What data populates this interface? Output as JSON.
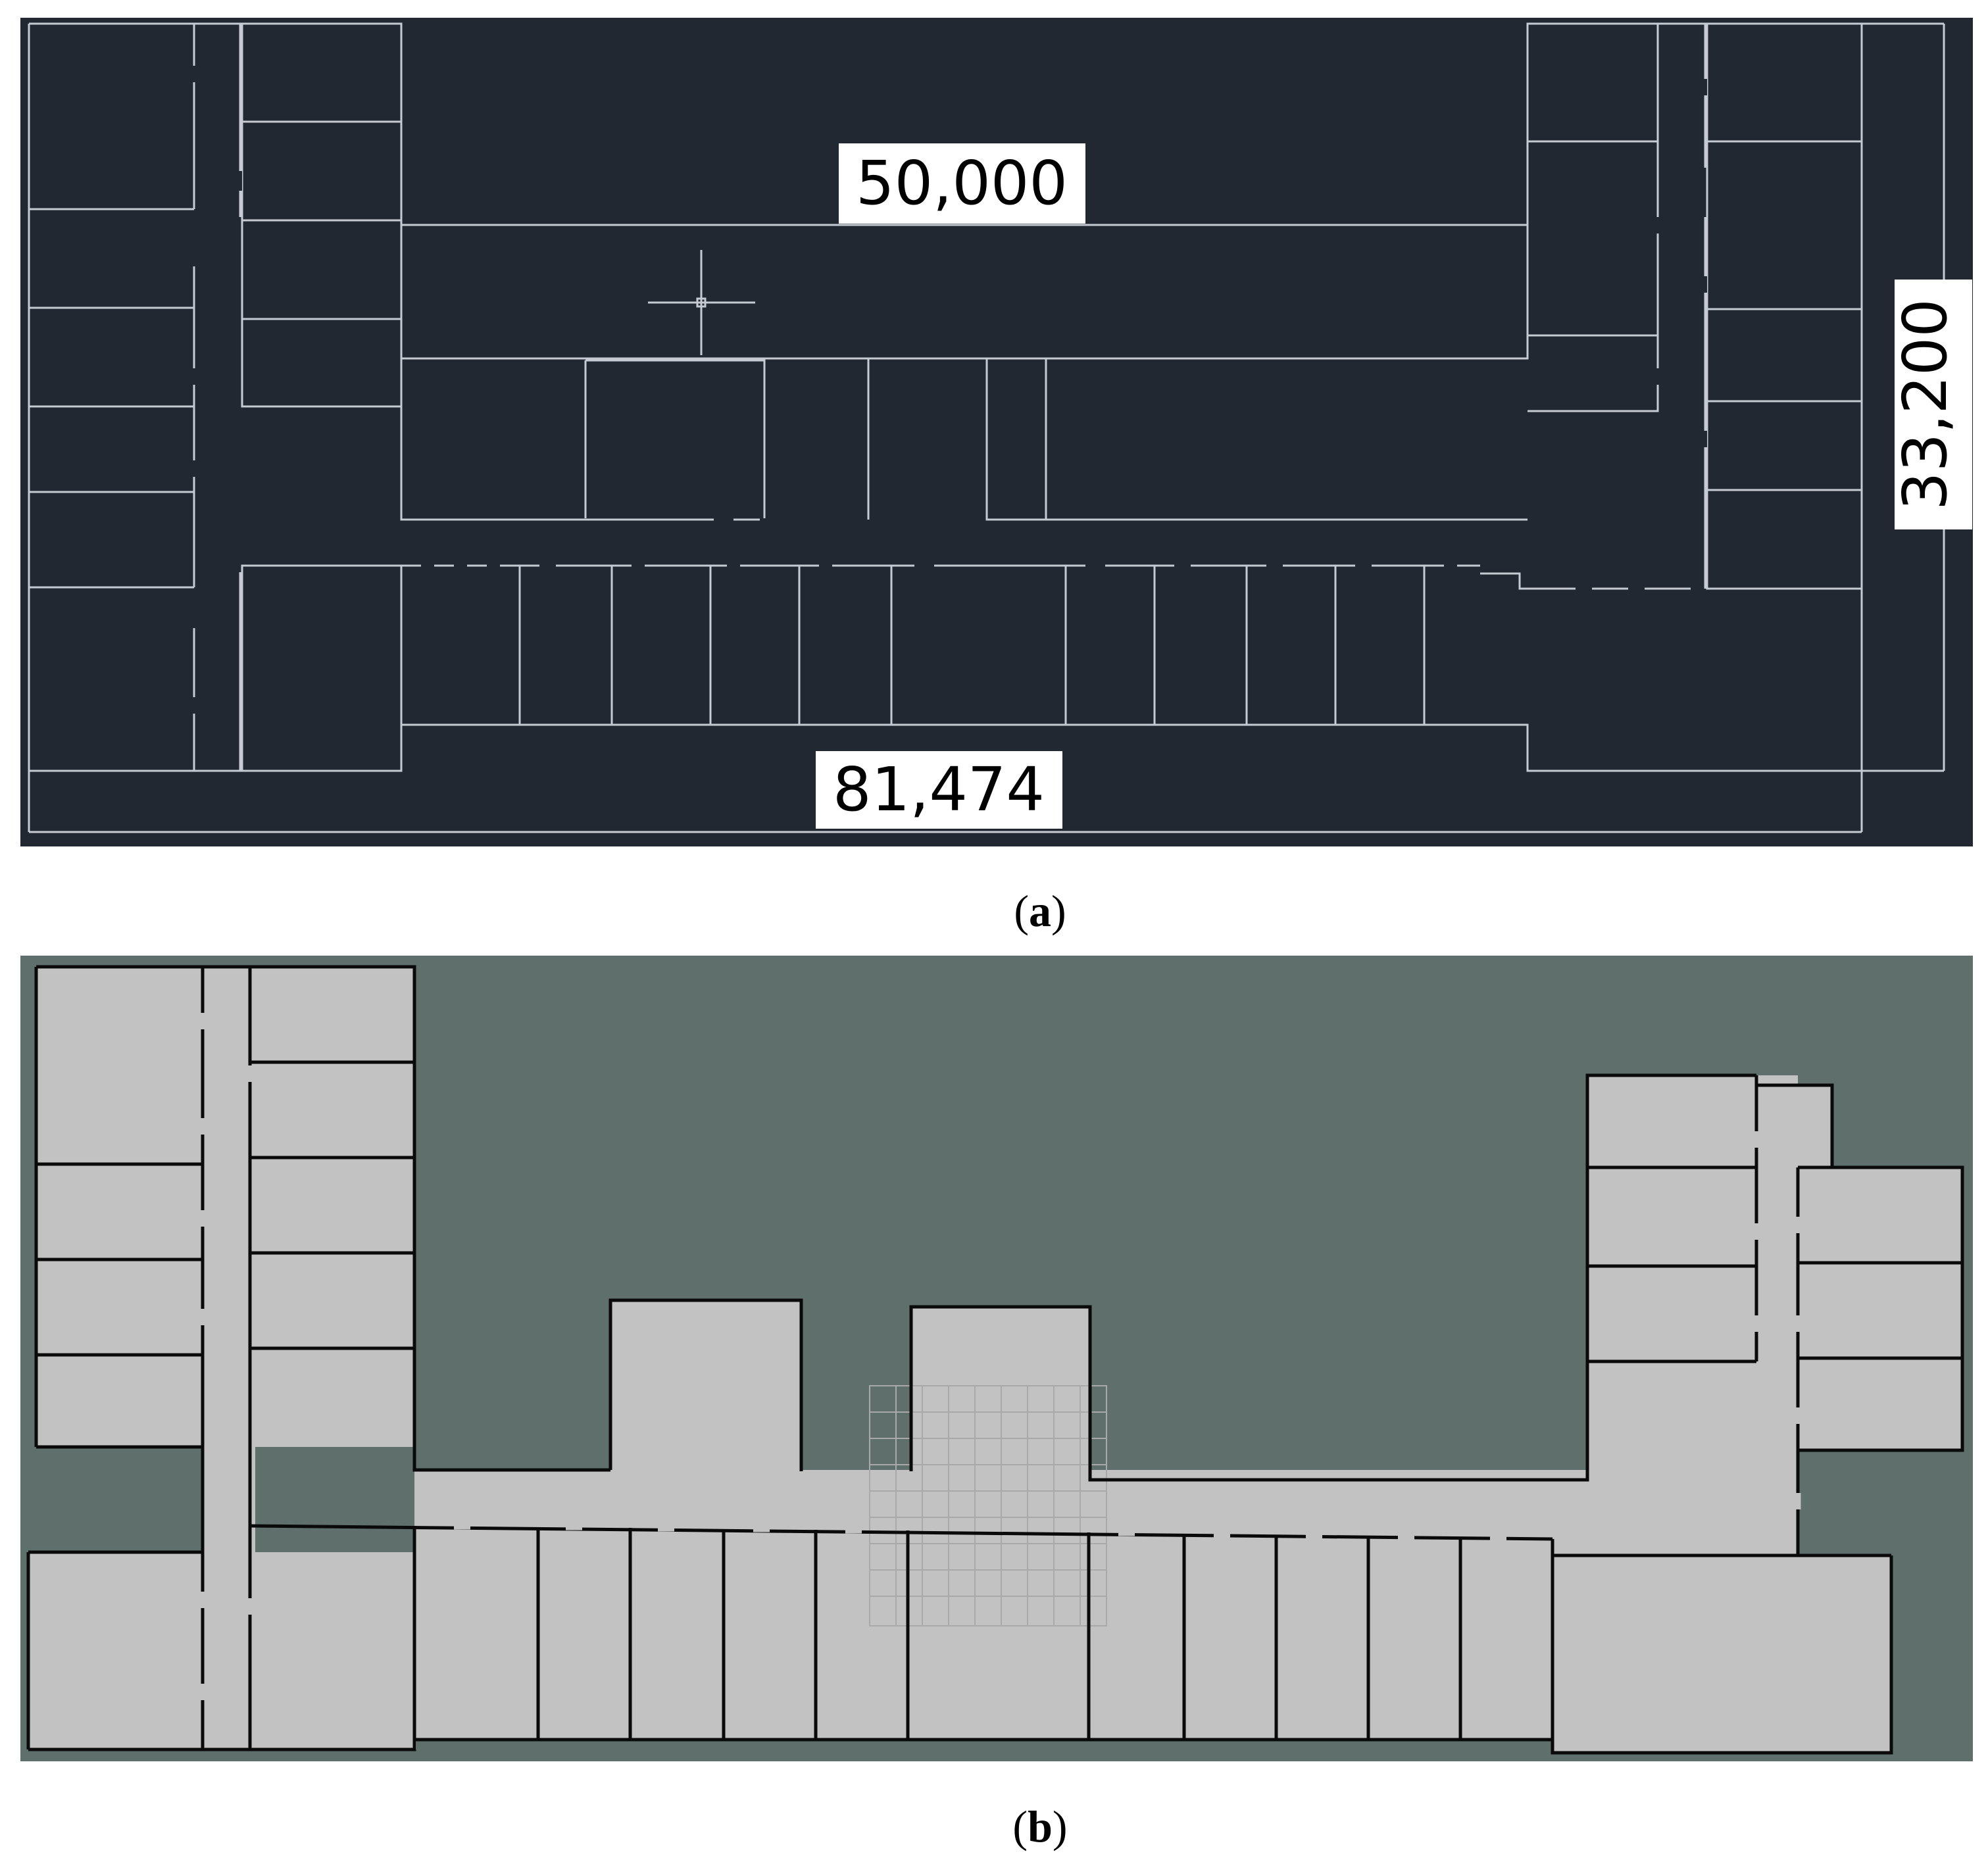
{
  "panel_a": {
    "dimensions": {
      "inner_width": "50,000",
      "overall_width": "81,474",
      "overall_height": "33,200"
    },
    "caption": {
      "open": "(",
      "letter": "a",
      "close": ")"
    },
    "colors": {
      "background": "#222832",
      "line": "#c6cbd3",
      "label_bg": "#ffffff",
      "label_text": "#000000"
    }
  },
  "panel_b": {
    "caption": {
      "open": "(",
      "letter": "b",
      "close": ")"
    },
    "colors": {
      "background": "#5f6f6c",
      "floor": "#c2c2c2",
      "wall": "#0a0a0a",
      "grid": "#a9a9a9"
    }
  }
}
